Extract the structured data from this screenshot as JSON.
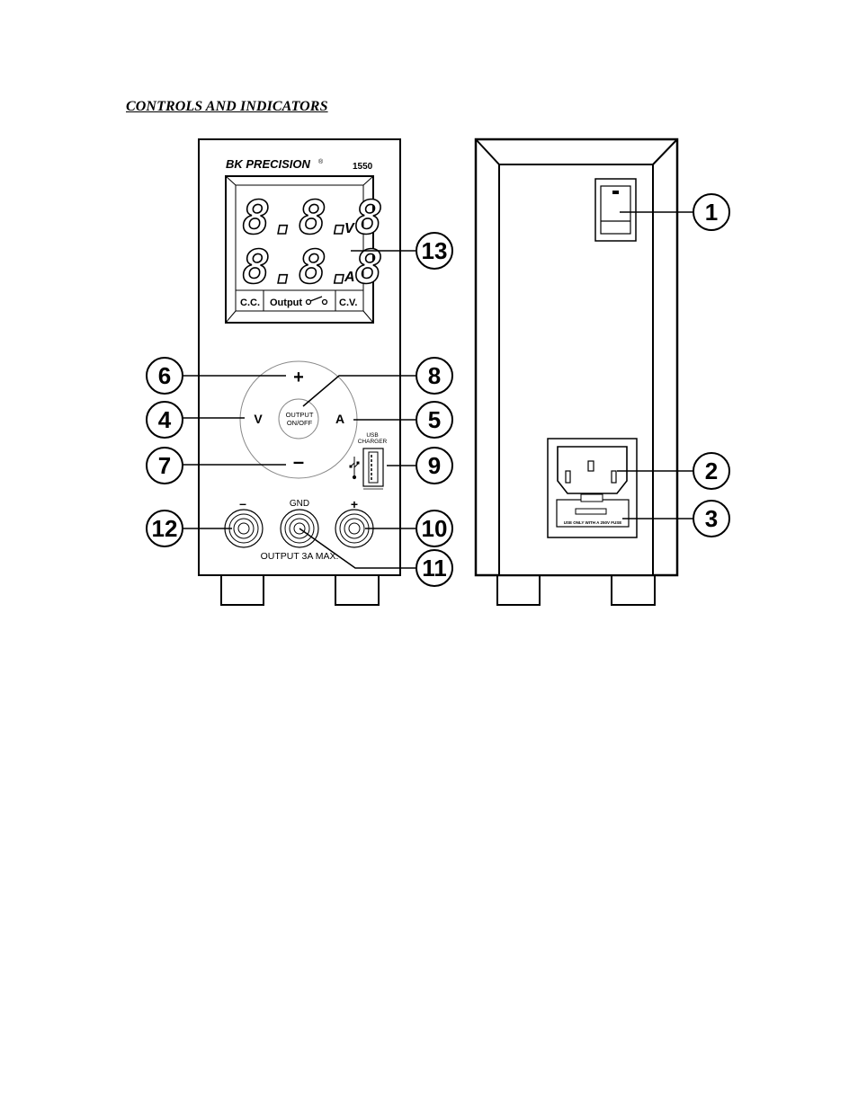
{
  "heading": "CONTROLS AND INDICATORS",
  "front_panel": {
    "brand": "BK PRECISION",
    "brand_mark": "®",
    "model": "1550",
    "display_top_digits": "8.8.8",
    "display_bottom_digits": "8.8.8",
    "unit_voltage": "V",
    "unit_current": "A",
    "indicator_cc": "C.C.",
    "indicator_output": "Output",
    "indicator_cv": "C.V.",
    "knob_plus": "+",
    "knob_minus": "–",
    "knob_v": "V",
    "knob_a": "A",
    "output_button_line1": "OUTPUT",
    "output_button_line2": "ON/OFF",
    "usb_line1": "USB",
    "usb_line2": "CHARGER",
    "terminal_minus": "–",
    "terminal_gnd": "GND",
    "terminal_plus": "+",
    "output_rating": "OUTPUT 3A MAX."
  },
  "rear_panel": {
    "fuse_label": "USE ONLY WITH A 250V FUSE"
  },
  "callouts": [
    "1",
    "2",
    "3",
    "4",
    "5",
    "6",
    "7",
    "8",
    "9",
    "10",
    "11",
    "12",
    "13"
  ],
  "colors": {
    "line": "#000000",
    "panel_fill": "#ffffff"
  }
}
